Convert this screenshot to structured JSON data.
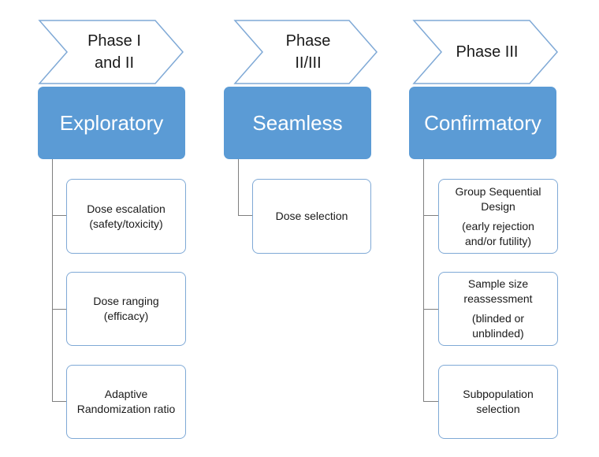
{
  "columns": [
    {
      "phase": "Phase I\nand II",
      "category": "Exploratory",
      "items": [
        {
          "line1": "Dose escalation",
          "line2": "(safety/toxicity)"
        },
        {
          "line1": "Dose ranging",
          "line2": "(efficacy)"
        },
        {
          "line1": "Adaptive",
          "line2": "Randomization ratio"
        }
      ]
    },
    {
      "phase": "Phase\nII/III",
      "category": "Seamless",
      "items": [
        {
          "line1": "Dose selection"
        }
      ]
    },
    {
      "phase": "Phase III",
      "category": "Confirmatory",
      "items": [
        {
          "line1": "Group Sequential",
          "line2": "Design",
          "line3": "(early rejection",
          "line4": "and/or futility)"
        },
        {
          "line1": "Sample size",
          "line2": "reassessment",
          "line3": "(blinded or",
          "line4": "unblinded)"
        },
        {
          "line1": "Subpopulation",
          "line2": "selection"
        }
      ]
    }
  ],
  "colors": {
    "header_fill": "#5b9bd5",
    "header_text": "#ffffff",
    "box_border": "#7fa9d6",
    "connector": "#7f7f7f"
  }
}
